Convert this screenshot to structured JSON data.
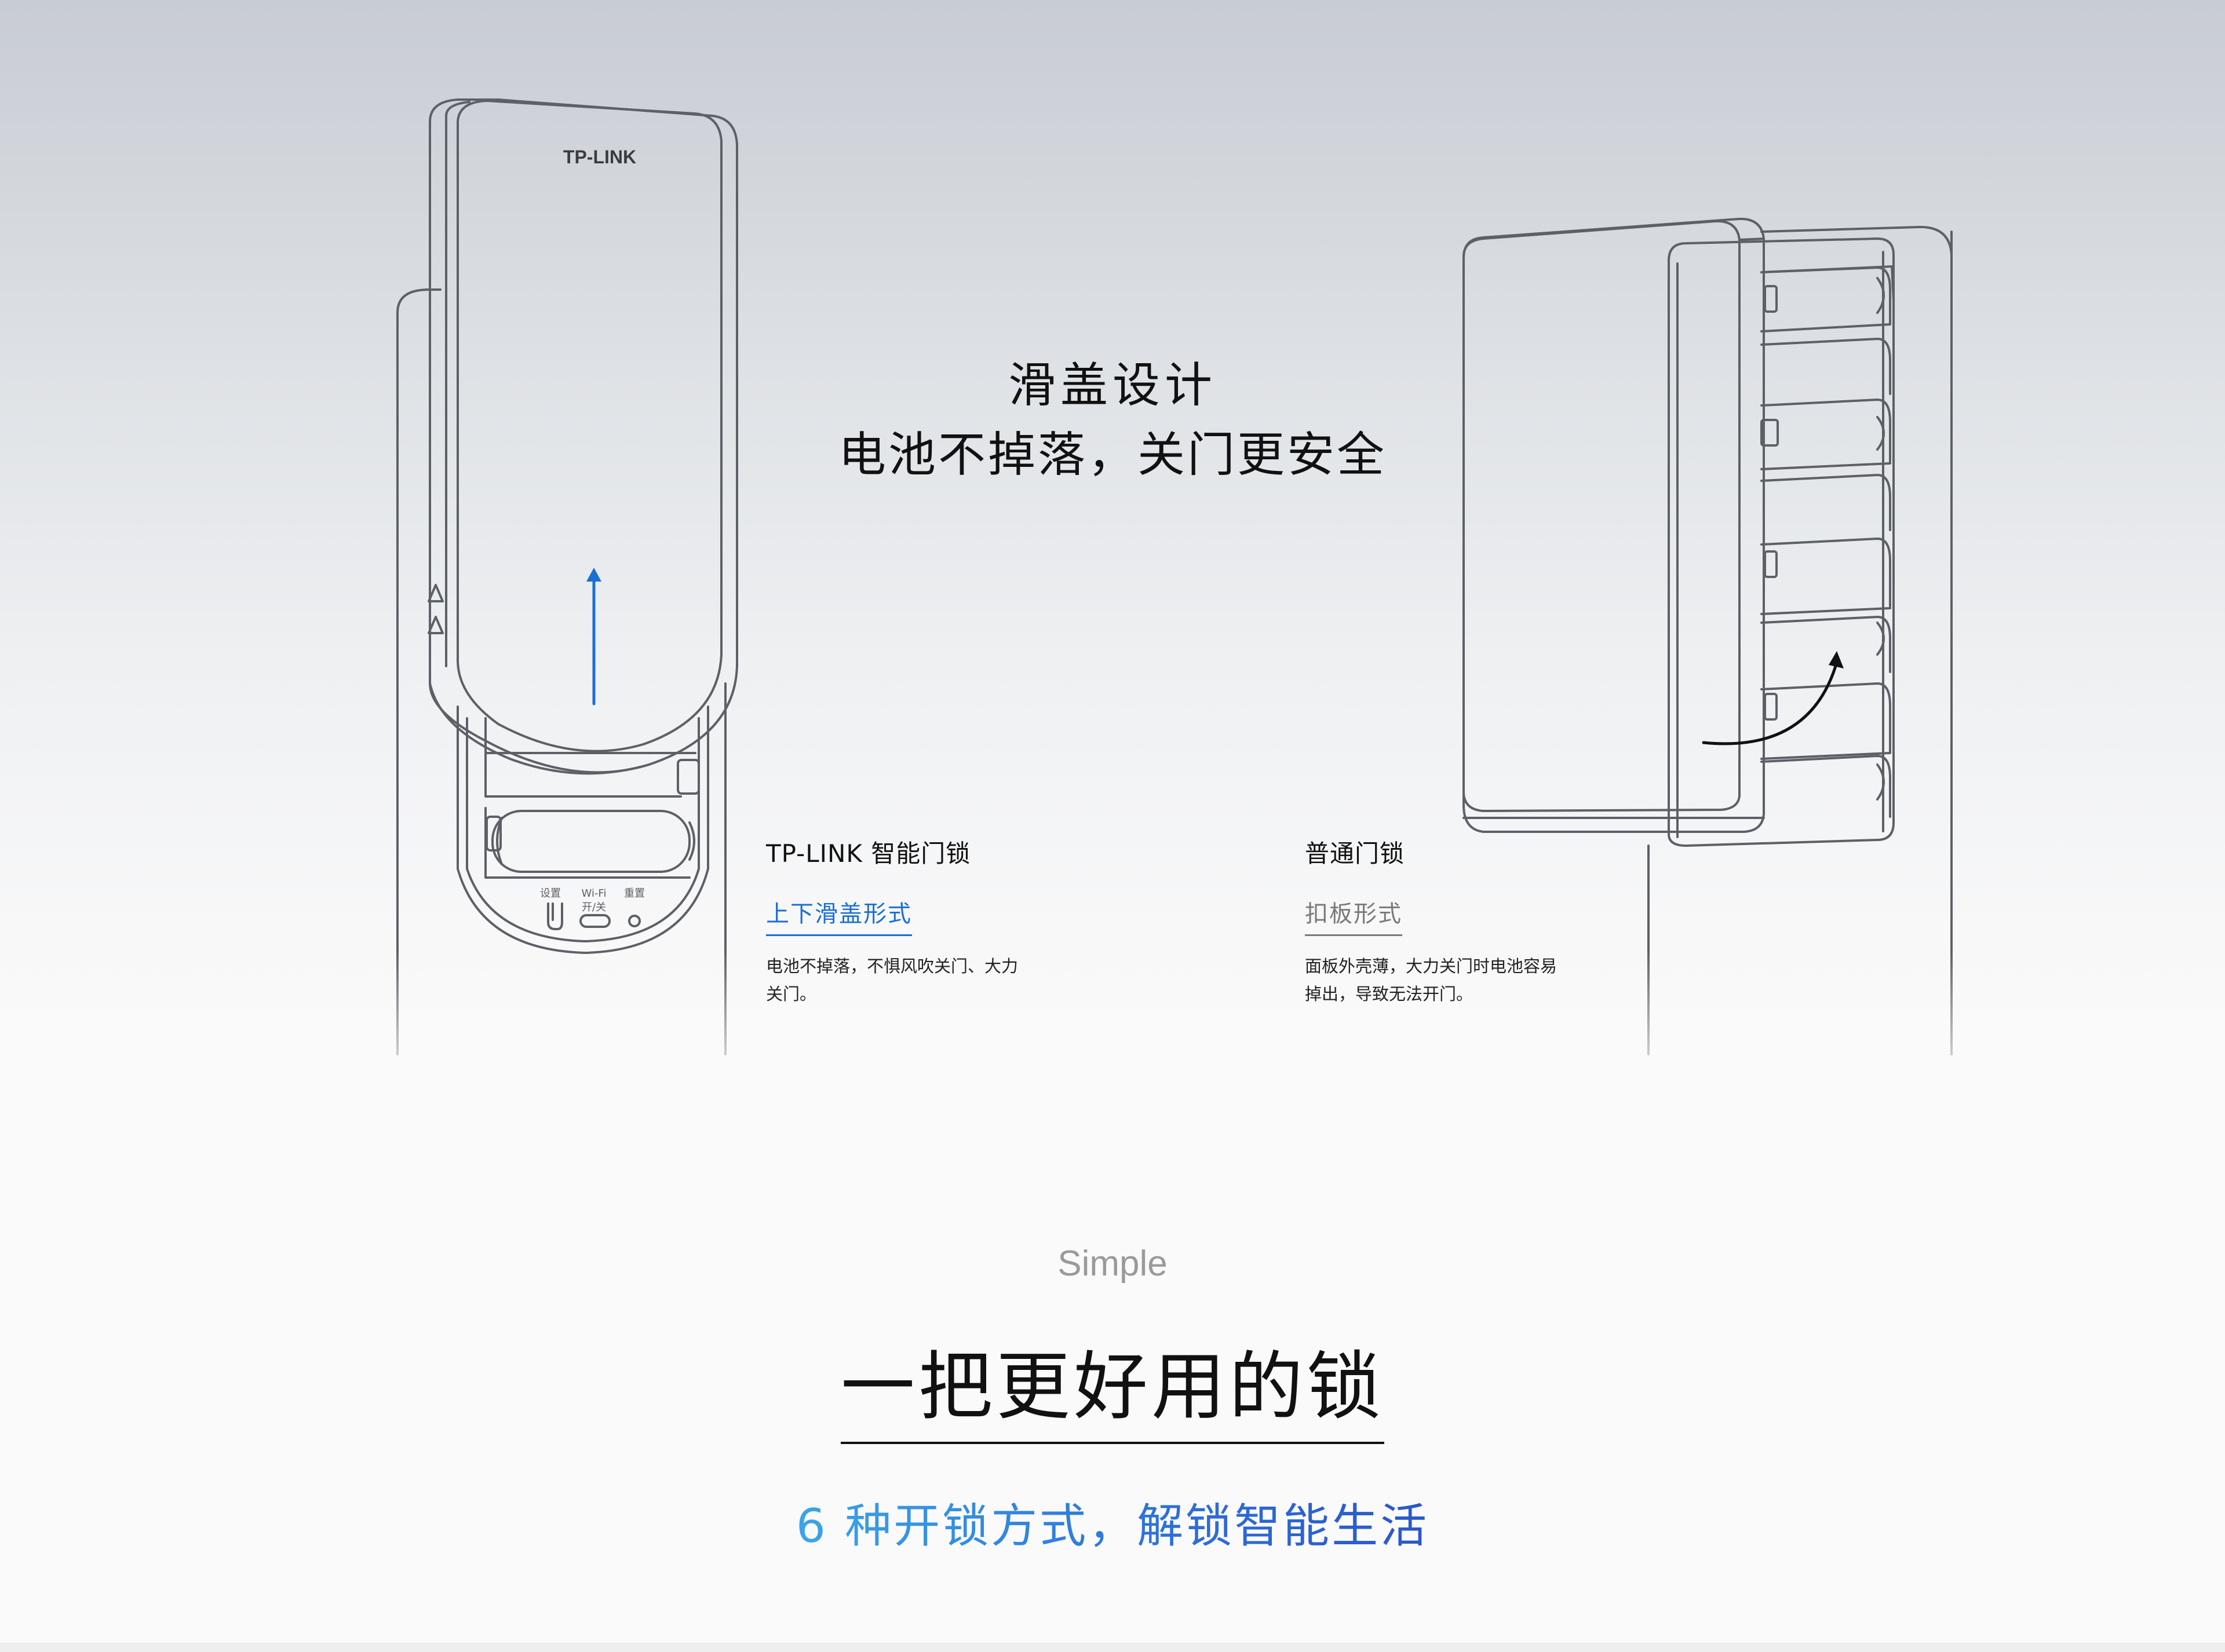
{
  "headline": {
    "line1": "滑盖设计",
    "line2": "电池不掉落，关门更安全"
  },
  "left_device": {
    "brand": "TP-LINK",
    "btn_settings": "设置",
    "btn_wifi": "Wi-Fi",
    "btn_wifi_sub": "开/关",
    "btn_reset": "重置"
  },
  "left_column": {
    "title": "TP-LINK 智能门锁",
    "tag": "上下滑盖形式",
    "desc": "电池不掉落，不惧风吹关门、大力关门。"
  },
  "right_column": {
    "title": "普通门锁",
    "tag": "扣板形式",
    "desc": "面板外壳薄，大力关门时电池容易掉出，导致无法开门。"
  },
  "section": {
    "eyebrow": "Simple",
    "title": "一把更好用的锁",
    "subtitle": "6 种开锁方式，解锁智能生活"
  },
  "colors": {
    "accent_blue": "#1a6fd6",
    "gradient_start": "#3aa5e8",
    "gradient_end": "#2a57c9",
    "line_art": "#5d6066"
  }
}
